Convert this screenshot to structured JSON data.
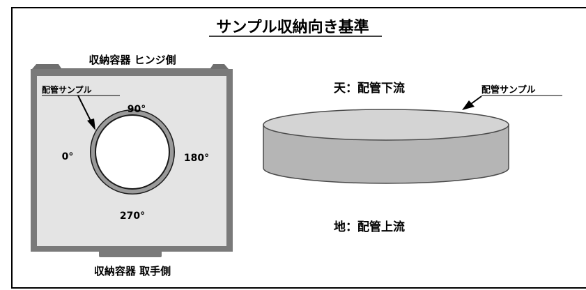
{
  "title": "サンプル収納向き基準",
  "container": {
    "hinge_side_label": "収納容器 ヒンジ側",
    "handle_side_label": "収納容器 取手側",
    "sample_label": "配管サンプル",
    "angles": {
      "deg_90": "90°",
      "deg_0": "0°",
      "deg_180": "180°",
      "deg_270": "270°"
    }
  },
  "disc": {
    "top_label": "天：配管下流",
    "bottom_label": "地：配管上流",
    "sample_label": "配管サンプル"
  },
  "colors": {
    "container_fill": "#e4e4e4",
    "container_frame": "#7a7a7a",
    "disc_fill": "#b5b5b5",
    "disc_top": "#d4d4d4",
    "ring": "#9a9a9a"
  }
}
